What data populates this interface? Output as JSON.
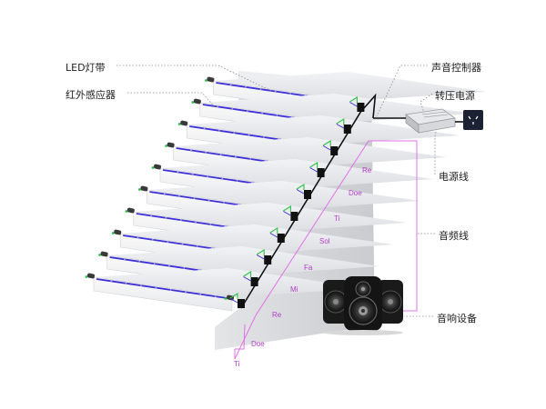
{
  "labels": {
    "led_strip": "LED灯带",
    "ir_sensor": "红外感应器",
    "sound_controller": "声音控制器",
    "power_adapter": "转压电源",
    "power_cord": "电源线",
    "audio_cable": "音频线",
    "speaker": "音响设备"
  },
  "notes": [
    "Ti",
    "Doe",
    "Re",
    "Mi",
    "Fa",
    "Sol",
    "Ti",
    "Doe",
    "Re"
  ],
  "colors": {
    "led": "#3a2fd8",
    "sensor_wire": "#2fbf4a",
    "audio_wire": "#e070e8",
    "note_text": "#b43cc8",
    "leader": "#888888"
  },
  "icons": {
    "outlet": "power-outlet-icon",
    "adapter": "power-adapter-icon",
    "speaker": "speaker-icon"
  }
}
